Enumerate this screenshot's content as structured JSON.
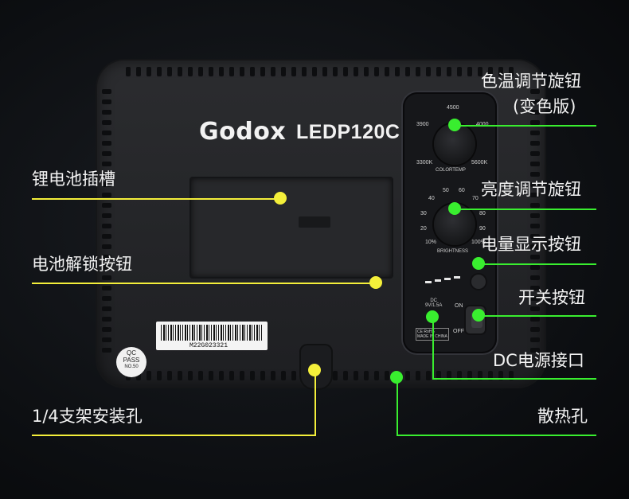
{
  "product": {
    "brand": "Godox",
    "model": "LEDP120C",
    "serial": "M22G023321",
    "qc_sticker": {
      "line1": "QC",
      "line2": "PASS",
      "line3": "NO.50"
    },
    "colortemp_knob": {
      "label": "COLORTEMP",
      "ticks": [
        "4500",
        "3900",
        "4000",
        "3300K",
        "5600K"
      ]
    },
    "brightness_knob": {
      "label": "BRIGHTNESS",
      "ticks": [
        "50",
        "60",
        "40",
        "70",
        "30",
        "80",
        "20",
        "90",
        "10%",
        "100%"
      ]
    },
    "dc_label": "DC\n9V/1.5A",
    "switch_labels": {
      "on": "ON",
      "off": "OFF"
    },
    "cert": "CE RoHS\nMADE IN CHINA"
  },
  "annotations": [
    {
      "id": "colortemp",
      "text": "色温调节旋钮",
      "text2": "(变色版)",
      "color": "#39ee2f"
    },
    {
      "id": "battery_slot",
      "text": "锂电池插槽",
      "color": "#f4ef3a"
    },
    {
      "id": "brightness",
      "text": "亮度调节旋钮",
      "color": "#39ee2f"
    },
    {
      "id": "battery_display",
      "text": "电量显示按钮",
      "color": "#39ee2f"
    },
    {
      "id": "battery_release",
      "text": "电池解锁按钮",
      "color": "#f4ef3a"
    },
    {
      "id": "power_switch",
      "text": "开关按钮",
      "color": "#39ee2f"
    },
    {
      "id": "dc_port",
      "text": "DC电源接口",
      "color": "#39ee2f"
    },
    {
      "id": "mount",
      "text": "1/4支架安装孔",
      "color": "#f4ef3a"
    },
    {
      "id": "vent",
      "text": "散热孔",
      "color": "#39ee2f"
    }
  ]
}
